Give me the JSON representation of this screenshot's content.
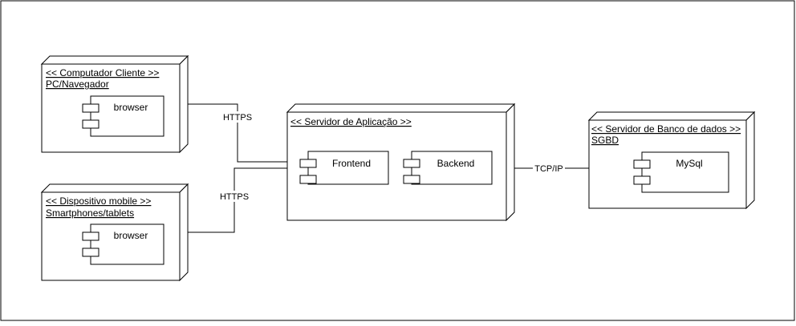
{
  "diagram": {
    "nodes": [
      {
        "id": "client-pc",
        "stereotype": "<< Computador Cliente >>",
        "name": "PC/Navegador",
        "components": [
          "browser"
        ]
      },
      {
        "id": "mobile",
        "stereotype": "<< Dispositivo mobile >>",
        "name": "Smartphones/tablets",
        "components": [
          "browser"
        ]
      },
      {
        "id": "app-server",
        "stereotype": "<< Servidor de Aplicação >>",
        "name": "",
        "components": [
          "Frontend",
          "Backend"
        ]
      },
      {
        "id": "db-server",
        "stereotype": "<< Servidor de Banco de dados >>",
        "name": "SGBD",
        "components": [
          "MySql"
        ]
      }
    ],
    "edges": [
      {
        "from": "client-pc",
        "to": "app-server",
        "label": "HTTPS"
      },
      {
        "from": "mobile",
        "to": "app-server",
        "label": "HTTPS"
      },
      {
        "from": "app-server",
        "to": "db-server",
        "label": "TCP/IP"
      }
    ]
  }
}
